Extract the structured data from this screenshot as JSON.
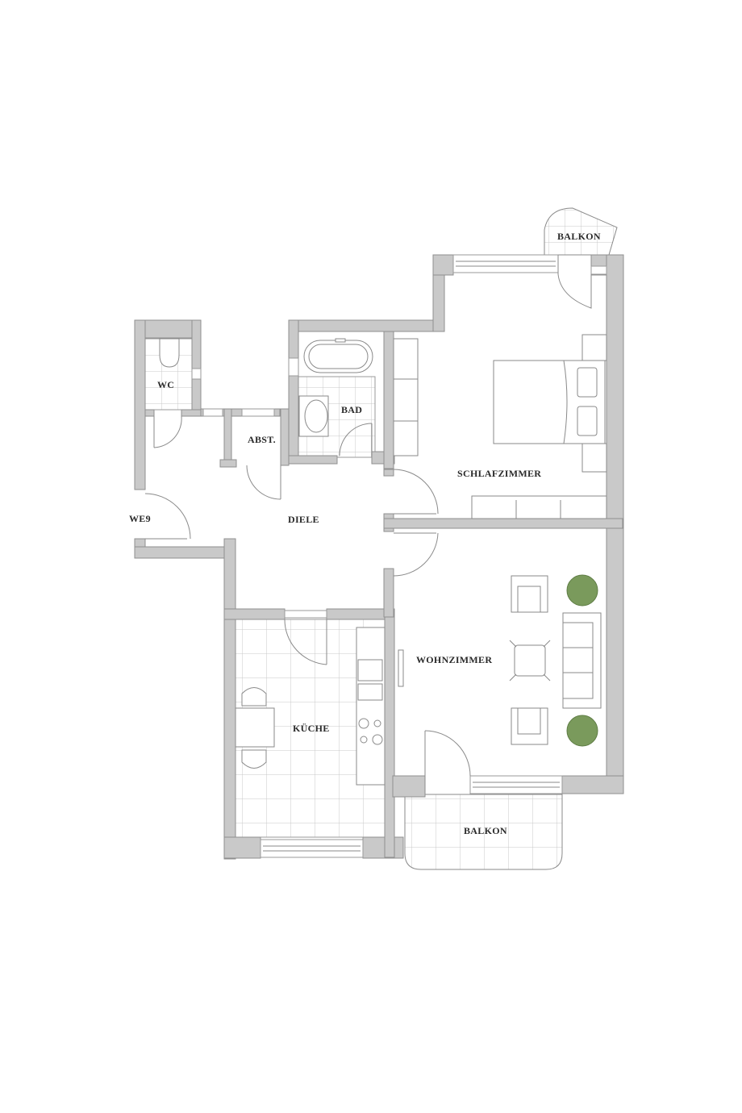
{
  "plan": {
    "type": "apartment floor plan",
    "unit": "WE9",
    "wall_color": "#c9c9c9",
    "plant_color": "#7a9a5c"
  },
  "rooms": {
    "wc": "WC",
    "abst": "ABST.",
    "bad": "BAD",
    "schlafzimmer": "SCHLAFZIMMER",
    "diele": "DIELE",
    "entrance": "WE9",
    "kueche": "KÜCHE",
    "wohnzimmer": "WOHNZIMMER",
    "balkon_top": "BALKON",
    "balkon_bottom": "BALKON"
  }
}
